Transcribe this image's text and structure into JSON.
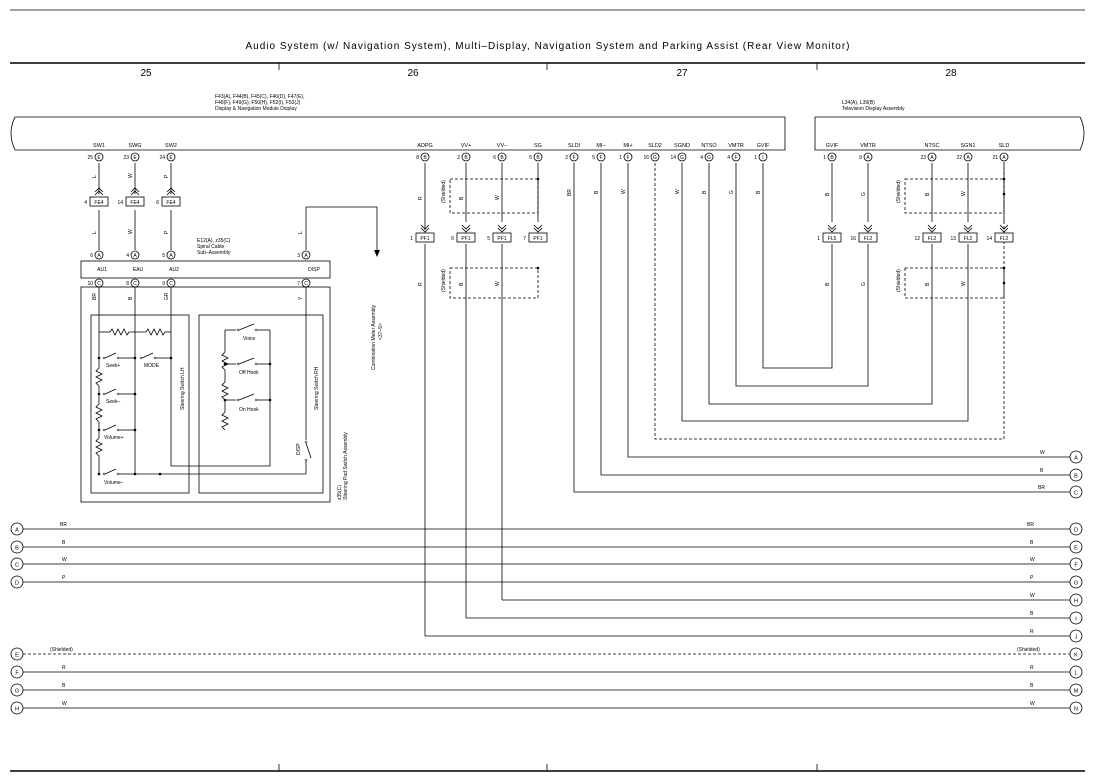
{
  "title": "Audio System (w/ Navigation System), Multi–Display, Navigation System and Parking Assist (Rear View Monitor)",
  "columns": [
    "25",
    "26",
    "27",
    "28"
  ],
  "display_module": {
    "codes_line1": "F43(A), F44(B), F45(C), F46(D), F47(E),",
    "codes_line2": "F48(F), F49(G), F50(H), F52(I), F53(J)",
    "name": "Display & Navigation Module Display",
    "terminals": [
      {
        "label": "SW1",
        "pin": "25",
        "conn": "E"
      },
      {
        "label": "SWG",
        "pin": "23",
        "conn": "E"
      },
      {
        "label": "SW2",
        "pin": "24",
        "conn": "E"
      },
      {
        "label": "ADPG",
        "pin": "8",
        "conn": "B"
      },
      {
        "label": "VV+",
        "pin": "2",
        "conn": "B"
      },
      {
        "label": "VV–",
        "pin": "6",
        "conn": "B"
      },
      {
        "label": "SG",
        "pin": "5",
        "conn": "B"
      },
      {
        "label": "SLDI",
        "pin": "2",
        "conn": "F"
      },
      {
        "label": "MI–",
        "pin": "5",
        "conn": "F"
      },
      {
        "label": "MI+",
        "pin": "1",
        "conn": "F"
      },
      {
        "label": "SLD2",
        "pin": "16",
        "conn": "G"
      },
      {
        "label": "SGND",
        "pin": "14",
        "conn": "G"
      },
      {
        "label": "NTSO",
        "pin": "4",
        "conn": "G"
      },
      {
        "label": "VMTR",
        "pin": "4",
        "conn": "F"
      },
      {
        "label": "GVIF",
        "pin": "1",
        "conn": "I"
      }
    ]
  },
  "tv_assembly": {
    "codes": "L34(A), L39(B)",
    "name": "Television Display Assembly",
    "terminals": [
      {
        "label": "GVIF",
        "pin": "1",
        "conn": "B"
      },
      {
        "label": "VMTR",
        "pin": "9",
        "conn": "A"
      },
      {
        "label": "NTSC",
        "pin": "23",
        "conn": "A"
      },
      {
        "label": "SGN1",
        "pin": "22",
        "conn": "A"
      },
      {
        "label": "SLD",
        "pin": "21",
        "conn": "A"
      }
    ]
  },
  "spiral_cable": {
    "codes": "E12(A), z35(C)",
    "name_line1": "Spiral Cable",
    "name_line2": "Sub–Assembly",
    "upper_pins": [
      {
        "pin": "6",
        "conn": "A"
      },
      {
        "pin": "4",
        "conn": "A"
      },
      {
        "pin": "5",
        "conn": "A"
      },
      {
        "pin": "3",
        "conn": "A"
      }
    ],
    "terminals": [
      "AU1",
      "EAU",
      "AU2",
      "DISP"
    ],
    "lower_pins": [
      {
        "pin": "10",
        "conn": "C"
      },
      {
        "pin": "8",
        "conn": "C"
      },
      {
        "pin": "9",
        "conn": "C"
      },
      {
        "pin": "7",
        "conn": "C"
      }
    ]
  },
  "steering_pad": {
    "code": "z35(C)",
    "name": "Steering Pad Switch Assembly",
    "lh_label": "Steering Switch LH",
    "rh_label": "Steering Switch RH",
    "lh_switches": [
      "MODE",
      "Seek+",
      "Seek–",
      "Volume+",
      "Volume–"
    ],
    "rh_switches": [
      "Voice",
      "Off Hook",
      "On Hook"
    ],
    "disp_label": "DISP"
  },
  "combination_meter": {
    "name": "Combination Meter Assembly",
    "ref": "<37–5>"
  },
  "connectors": {
    "fe4": [
      {
        "pin": "4",
        "name": "FE4"
      },
      {
        "pin": "14",
        "name": "FE4"
      },
      {
        "pin": "6",
        "name": "FE4"
      }
    ],
    "pf1": [
      {
        "pin": "1",
        "name": "PF1"
      },
      {
        "pin": "6",
        "name": "PF1"
      },
      {
        "pin": "5",
        "name": "PF1"
      },
      {
        "pin": "7",
        "name": "PF1"
      }
    ],
    "fl": [
      {
        "pin": "1",
        "name": "FL5"
      },
      {
        "pin": "16",
        "name": "FL2"
      },
      {
        "pin": "12",
        "name": "FL2"
      },
      {
        "pin": "13",
        "name": "FL2"
      },
      {
        "pin": "14",
        "name": "FL2"
      }
    ]
  },
  "wire_colors": {
    "sw_upper": [
      "L",
      "W",
      "P"
    ],
    "sw_mid": [
      "L",
      "W",
      "P"
    ],
    "sw_lower": [
      "BR",
      "B",
      "GR"
    ],
    "disp_upper": "L",
    "disp_lower": "Y",
    "adpg": "R",
    "vv_pair": [
      "B",
      "W"
    ],
    "sldi": "BR",
    "mi_minus": "B",
    "mi_plus": "W",
    "sgnd": "W",
    "ntso": "B",
    "vmtr": "G",
    "gvif": "B",
    "tv_gvif": "B",
    "tv_vmtr": "G",
    "tv_pair": [
      "B",
      "W"
    ],
    "shielded": "(Shielded)"
  },
  "right_bus": [
    {
      "letter": "A",
      "color": "W"
    },
    {
      "letter": "B",
      "color": "B"
    },
    {
      "letter": "C",
      "color": "BR"
    }
  ],
  "bus_rows": [
    {
      "left": "A",
      "right": "D",
      "color": "BR"
    },
    {
      "left": "B",
      "right": "E",
      "color": "B"
    },
    {
      "left": "C",
      "right": "F",
      "color": "W"
    },
    {
      "left": "D",
      "right": "G",
      "color": "P"
    }
  ],
  "from_top_rows": [
    {
      "right": "H",
      "color": "W"
    },
    {
      "right": "I",
      "color": "B"
    },
    {
      "right": "J",
      "color": "R"
    }
  ],
  "lower_rows": [
    {
      "left": "E",
      "right": "K",
      "color": "(Shielded)",
      "right_color": "(Shielded)"
    },
    {
      "left": "F",
      "right": "L",
      "color": "R",
      "right_color": "R"
    },
    {
      "left": "G",
      "right": "M",
      "color": "B",
      "right_color": "B"
    },
    {
      "left": "H",
      "right": "N",
      "color": "W",
      "right_color": "W"
    }
  ]
}
